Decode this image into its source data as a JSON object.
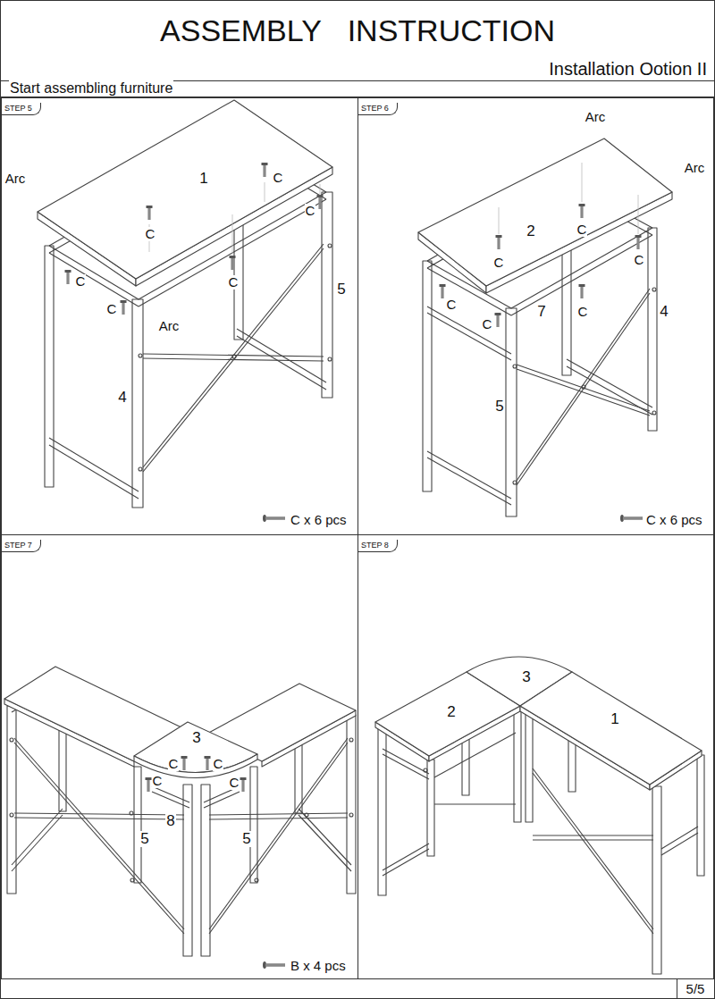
{
  "diagram": {
    "title": "ASSEMBLY INSTRUCTION",
    "nodes": [
      {
        "text": [
          "STEP 5"
        ]
      },
      {
        "text": [
          "STEP 6"
        ]
      },
      {
        "text": [
          "STEP 7"
        ]
      },
      {
        "text": [
          "STEP 8"
        ]
      }
    ],
    "labels": [
      "Installation Ootion II",
      "Start assembling furniture",
      "Arc",
      "1",
      "C",
      "C",
      "C",
      "C",
      "C",
      "C",
      "Arc",
      "5",
      "4",
      "C x 6 pcs",
      "Arc",
      "Arc",
      "2",
      "C",
      "C",
      "C",
      "C",
      "C",
      "7",
      "C",
      "4",
      "5",
      "C x 6 pcs",
      "3",
      "C",
      "C",
      "C",
      "C",
      "8",
      "5",
      "5",
      "B x 4 pcs",
      "3",
      "2",
      "1",
      "5/5"
    ]
  }
}
